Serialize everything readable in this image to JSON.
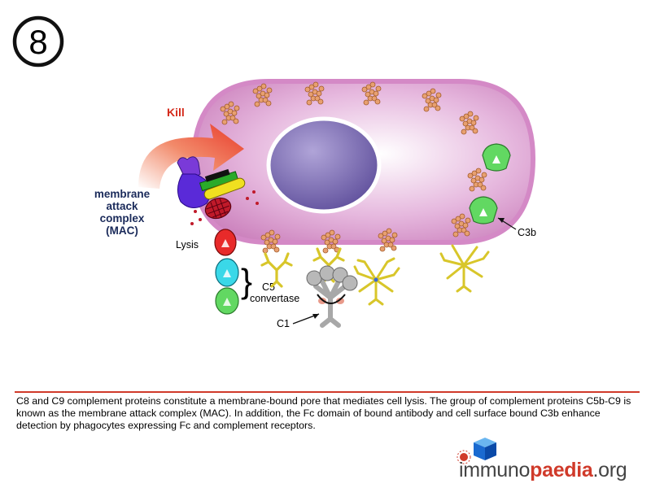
{
  "slide": {
    "number": "8"
  },
  "labels": {
    "kill": "Kill",
    "mac_line1": "membrane",
    "mac_line2": "attack",
    "mac_line3": "complex",
    "mac_line4": "(MAC)",
    "lysis": "Lysis",
    "c5_line1": "C5",
    "c5_line2": "convertase",
    "c1": "C1",
    "c3b": "C3b"
  },
  "caption": "C8 and C9 complement proteins constitute a membrane-bound pore that mediates cell lysis. The group of complement proteins C5b-C9 is known as the membrane attack complex (MAC). In addition, the Fc domain of bound antibody and cell surface bound C3b enhance detection by phagocytes expressing Fc and complement receptors.",
  "logo": {
    "part1": "immuno",
    "part2": "paedia",
    "part3": ".org"
  },
  "colors": {
    "accent_red": "#d03a2a",
    "cell_pink": "#e6a8d6",
    "nucleus_purple": "#8a7ab8",
    "c3b_green": "#5cd65c",
    "antibody_yellow": "#e0d030",
    "c1_grey": "#a8a8a8"
  }
}
